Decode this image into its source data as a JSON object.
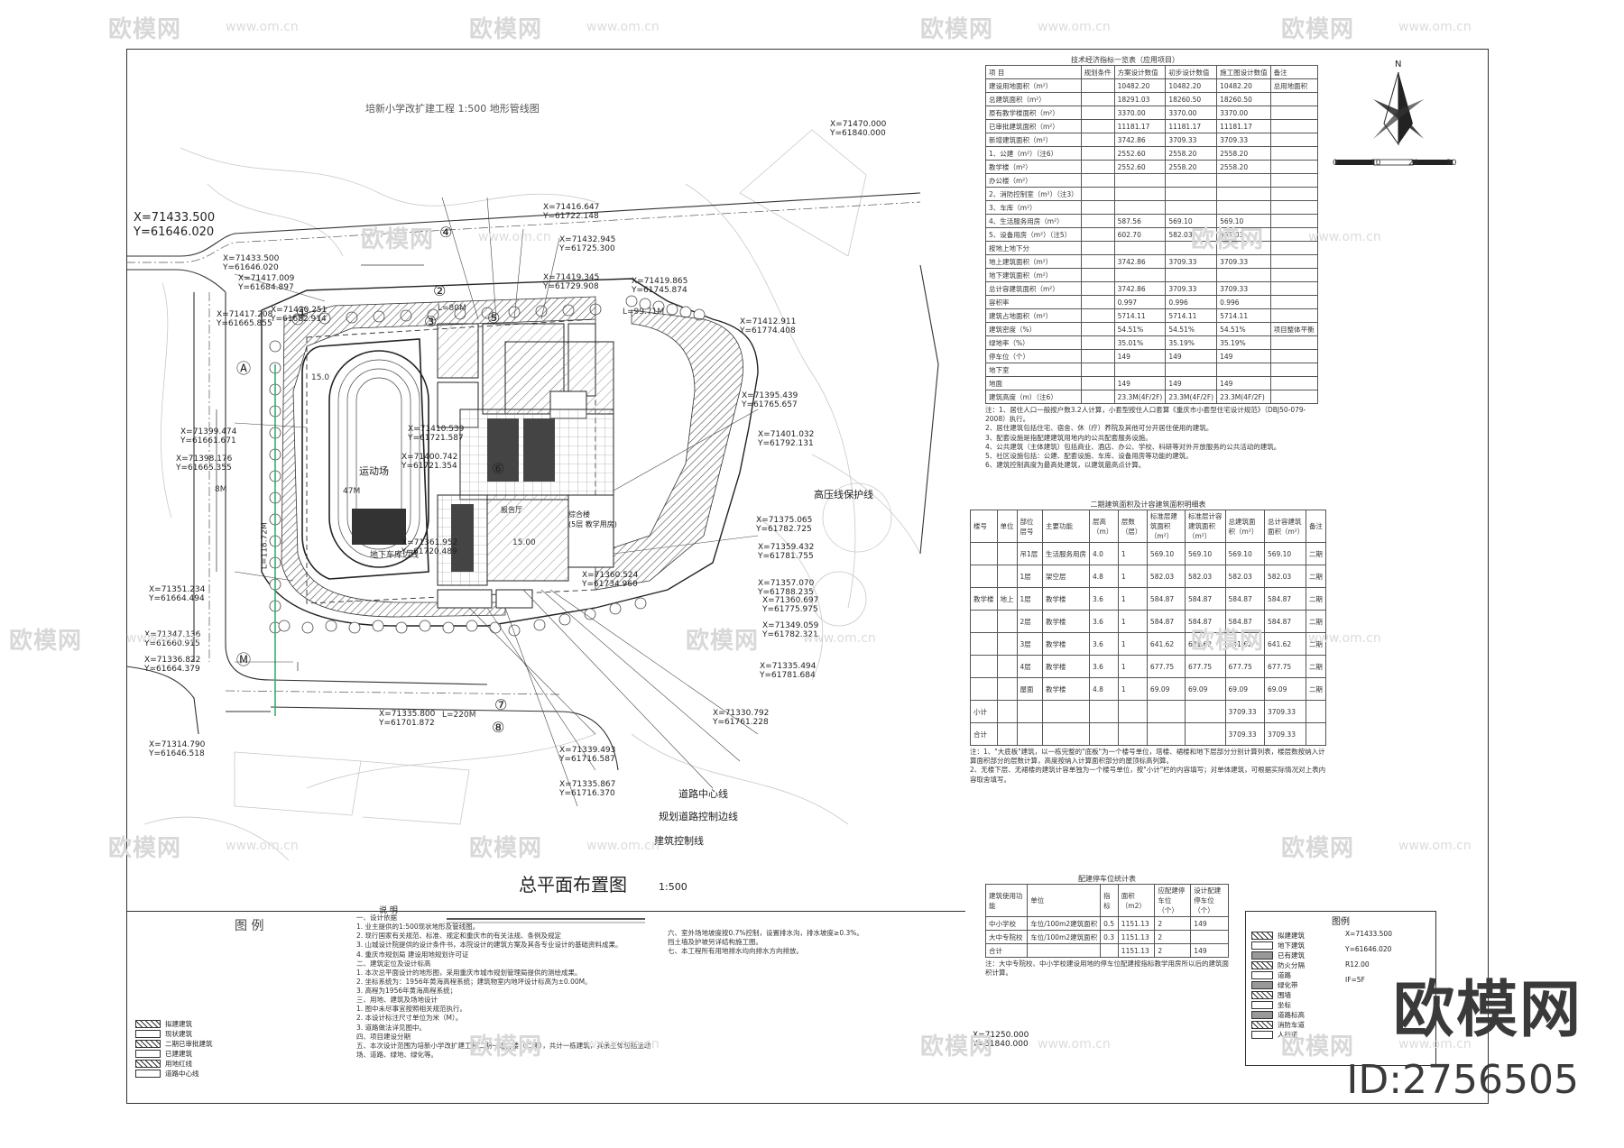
{
  "watermark": {
    "brand": "欧模网",
    "url": "www.om.cn",
    "url_short": "om.cn",
    "id": "ID:2756505"
  },
  "drawing": {
    "survey_title": "培新小学改扩建工程 1:500 地形管线图",
    "plan_title": "总平面布置图",
    "scale": "1:500",
    "corner_coord_top": [
      "X=71433.500",
      "Y=61646.020"
    ],
    "coord_top_right": [
      "X=71470.000",
      "Y=61840.000"
    ],
    "coord_bottom_right": [
      "X=71250.000",
      "Y=61840.000"
    ],
    "field_label": "运动场",
    "underground_label": "地下车库边线",
    "building_label": "综合楼",
    "building_sub": "(5层 教学用房)",
    "mid_label": "报告厅",
    "hv_label": "高压线保护线",
    "road_center": "道路中心线",
    "road_edge": "规划道路控制边线",
    "build_line": "建筑控制线",
    "north": "N",
    "scale_ticks": [
      "0",
      "10",
      "20",
      "30"
    ],
    "dims": [
      "L=80M",
      "L=99.71M",
      "L=220M",
      "L=118.72M",
      "47M",
      "15.00",
      "8M",
      "15.0"
    ],
    "coords_left": [
      [
        "X=71433.500",
        "Y=61646.020"
      ],
      [
        "X=71417.009",
        "Y=61684.897"
      ],
      [
        "X=71417.208",
        "Y=61665.855"
      ],
      [
        "X=71420.251",
        "Y=61682.914"
      ],
      [
        "X=71399.474",
        "Y=61661.671"
      ],
      [
        "X=71398.176",
        "Y=61665.355"
      ],
      [
        "X=71351.234",
        "Y=61664.494"
      ],
      [
        "X=71347.136",
        "Y=61660.915"
      ],
      [
        "X=71336.822",
        "Y=61664.379"
      ],
      [
        "X=71314.790",
        "Y=61646.518"
      ]
    ],
    "coords_right": [
      [
        "X=71412.911",
        "Y=61774.408"
      ],
      [
        "X=71395.439",
        "Y=61765.657"
      ],
      [
        "X=71401.032",
        "Y=61792.131"
      ],
      [
        "X=71375.065",
        "Y=61782.725"
      ],
      [
        "X=71359.432",
        "Y=61781.755"
      ],
      [
        "X=71357.070",
        "Y=61788.235"
      ],
      [
        "X=71360.697",
        "Y=61775.975"
      ],
      [
        "X=71349.059",
        "Y=61782.321"
      ],
      [
        "X=71335.494",
        "Y=61781.684"
      ],
      [
        "X=71330.792",
        "Y=61761.228"
      ],
      [
        "X=71339.493",
        "Y=61716.587"
      ],
      [
        "X=71335.867",
        "Y=61716.370"
      ]
    ],
    "coords_inner": [
      [
        "X=71416.647",
        "Y=61722.148"
      ],
      [
        "X=71432.945",
        "Y=61725.300"
      ],
      [
        "X=71419.345",
        "Y=61729.908"
      ],
      [
        "X=71419.865",
        "Y=61745.874"
      ],
      [
        "X=71410.539",
        "Y=61721.587"
      ],
      [
        "X=71400.742",
        "Y=61721.354"
      ],
      [
        "X=71361.952",
        "Y=61720.489"
      ],
      [
        "X=71360.524",
        "Y=61734.960"
      ],
      [
        "X=71335.800",
        "Y=61701.872"
      ]
    ],
    "circled": [
      "①",
      "②",
      "③",
      "④",
      "⑤",
      "⑥",
      "⑦",
      "⑧",
      "Ⓐ",
      "Ⓜ"
    ],
    "legend_title": "图 例",
    "notes_title": "说 明",
    "notes_left": [
      "一、设计依据",
      "1. 业主提供的1:500现状地形及管线图。",
      "2. 现行国家有关规范、标准、规定和重庆市的有关法规、条例及规定",
      "3. 山城设计院提供的设计条件书，本院设计的建筑方案及其各专业设计的基础资料成果。",
      "4. 重庆市规划局 建设用地规划许可证",
      "二、建筑定位及设计标高",
      "1. 本次总平面设计的地形图，采用重庆市城市规划管理局提供的测绘成果。",
      "2. 坐标系统为：1956年黄海高程系统；建筑物室内地坪设计标高为±0.00M。",
      "3. 高程为1956年黄海高程系统；",
      "三、用地、建筑及场地设计",
      "1. 图中未尽事宜按照相关规范执行。",
      "2. 本设计标注尺寸单位为米（M）。",
      "3. 道路做法详见图中。",
      "四、项目建设分期",
      "五、本次设计范围为培新小学改扩建工程二期一组合楼（二期），共计一栋建筑，其余主体包括运动场、道路、绿地、绿化等。"
    ],
    "notes_right": [
      "六、室外场地坡度按0.7%控制，设置排水沟，排水坡度≥0.3%。",
      "挡土墙及护坡另详结构施工图。",
      "七、本工程所有用地排水均向排水方向排放。"
    ],
    "legend_items": [
      "拟建建筑",
      "现状建筑",
      "二期已审批建筑",
      "已建建筑",
      "用地红线",
      "道路中心线"
    ]
  },
  "table_main": {
    "title": "技术经济指标一览表（应用项目）",
    "headers": [
      "项 目",
      "规划条件",
      "方案设计数值",
      "初步设计数值",
      "施工图设计数值",
      "备注"
    ],
    "rows": [
      [
        "建设用地面积（m²）",
        "",
        "10482.20",
        "10482.20",
        "10482.20",
        "总用地面积"
      ],
      [
        "总建筑面积（m²）",
        "",
        "18291.03",
        "18260.50",
        "18260.50",
        ""
      ],
      [
        "原有教学楼面积（m²）",
        "",
        "3370.00",
        "3370.00",
        "3370.00",
        ""
      ],
      [
        "已审批建筑面积（m²）",
        "",
        "11181.17",
        "11181.17",
        "11181.17",
        ""
      ],
      [
        "新增建筑面积（m²）",
        "",
        "3742.86",
        "3709.33",
        "3709.33",
        ""
      ],
      [
        "1、公建（m²）（注6）",
        "",
        "2552.60",
        "2558.20",
        "2558.20",
        ""
      ],
      [
        "教学楼（m²）",
        "",
        "2552.60",
        "2558.20",
        "2558.20",
        ""
      ],
      [
        "办公楼（m²）",
        "",
        "",
        "",
        "",
        ""
      ],
      [
        "2、消防控制室（m²）（注3）",
        "",
        "",
        "",
        "",
        ""
      ],
      [
        "3、车库（m²）",
        "",
        "",
        "",
        "",
        ""
      ],
      [
        "4、生活服务用房（m²）",
        "",
        "587.56",
        "569.10",
        "569.10",
        ""
      ],
      [
        "5、设备用房（m²）（注5）",
        "",
        "602.70",
        "582.03",
        "582.03",
        ""
      ],
      [
        "按地上地下分",
        "",
        "",
        "",
        "",
        ""
      ],
      [
        "地上建筑面积（m²）",
        "",
        "3742.86",
        "3709.33",
        "3709.33",
        ""
      ],
      [
        "地下建筑面积（m²）",
        "",
        "",
        "",
        "",
        ""
      ],
      [
        "总计容建筑面积（m²）",
        "",
        "3742.86",
        "3709.33",
        "3709.33",
        ""
      ],
      [
        "容积率",
        "",
        "0.997",
        "0.996",
        "0.996",
        ""
      ],
      [
        "建筑占地面积（m²）",
        "",
        "5714.11",
        "5714.11",
        "5714.11",
        ""
      ],
      [
        "建筑密度（%）",
        "",
        "54.51%",
        "54.51%",
        "54.51%",
        "项目整体平衡"
      ],
      [
        "绿地率（%）",
        "",
        "35.01%",
        "35.19%",
        "35.19%",
        ""
      ],
      [
        "停车位（个）",
        "",
        "149",
        "149",
        "149",
        ""
      ],
      [
        "地下室",
        "",
        "",
        "",
        "",
        ""
      ],
      [
        "地面",
        "",
        "149",
        "149",
        "149",
        ""
      ],
      [
        "建筑高度（m）（注6）",
        "",
        "23.3M(4F/2F)",
        "23.3M(4F/2F)",
        "23.3M(4F/2F)",
        ""
      ]
    ],
    "notes": [
      "注：1、居住人口一般按户数3.2人计算，小套型按住人口套算《重庆市小套型住宅设计规范》（DBJ50-079-2008）执行。",
      "2、居住建筑包括住宅、宿舍、休（疗）养院及其他可分开居住使用的建筑。",
      "3、配套设施是指配建建筑用地内的公共配套服务设施。",
      "4、公共建筑（主体建筑）包括商业、酒店、办公、学校、科研等对外开放服务的公共活动的建筑。",
      "5、社区设施包括：公建、配套设施、车库、设备用房等功能的建筑。",
      "6、建筑控制高度为最高处建筑，以建筑最高点计算。"
    ]
  },
  "table_area": {
    "title": "二期建筑面积及计容建筑面积明细表",
    "headers": [
      "楼号",
      "单位",
      "部位层号",
      "主要功能",
      "层高（m）",
      "层数（层）",
      "标准层建筑面积（m²）",
      "标准层计容建筑面积（m²）",
      "总建筑面积（m²）",
      "总计容建筑面积（m²）",
      "备注"
    ],
    "rows": [
      [
        "",
        "",
        "吊1层",
        "生活服务用房",
        "4.0",
        "1",
        "569.10",
        "569.10",
        "569.10",
        "569.10",
        "二期"
      ],
      [
        "",
        "",
        "1层",
        "架空层",
        "4.8",
        "1",
        "582.03",
        "582.03",
        "582.03",
        "582.03",
        "二期"
      ],
      [
        "教学楼",
        "地上",
        "1层",
        "教学楼",
        "3.6",
        "1",
        "584.87",
        "584.87",
        "584.87",
        "584.87",
        "二期"
      ],
      [
        "",
        "",
        "2层",
        "教学楼",
        "3.6",
        "1",
        "584.87",
        "584.87",
        "584.87",
        "584.87",
        "二期"
      ],
      [
        "",
        "",
        "3层",
        "教学楼",
        "3.6",
        "1",
        "641.62",
        "641.62",
        "641.62",
        "641.62",
        "二期"
      ],
      [
        "",
        "",
        "4层",
        "教学楼",
        "3.6",
        "1",
        "677.75",
        "677.75",
        "677.75",
        "677.75",
        "二期"
      ],
      [
        "",
        "",
        "屋面",
        "教学楼",
        "4.8",
        "1",
        "69.09",
        "69.09",
        "69.09",
        "69.09",
        "二期"
      ],
      [
        "小计",
        "",
        "",
        "",
        "",
        "",
        "",
        "",
        "3709.33",
        "3709.33",
        ""
      ],
      [
        "合计",
        "",
        "",
        "",
        "",
        "",
        "",
        "",
        "3709.33",
        "3709.33",
        ""
      ]
    ],
    "notes": [
      "注：1、\"大底板\"建筑，以一栋完整的\"底板\"为一个楼号单位，塔楼、裙楼和地下层部分分别计算列表，楼层数按纳入计算面积部分的层数计算，高度按纳入计算面积部分的屋顶标高列算。",
      "2、无楼下层、无裙楼的建筑计容单独为一个楼号单位，按\"小计\"栏的内容填写；对单体建筑，可根据实际情况对上表内容取舍填写。"
    ]
  },
  "table_parking": {
    "title": "配建停车位统计表",
    "headers": [
      "建筑使用功能",
      "单位",
      "指标",
      "面积（m2）",
      "应配建停车位（个）",
      "设计配建停车位（个）"
    ],
    "rows": [
      [
        "中小学校",
        "车位/100m2建筑面积",
        "0.5",
        "1151.13",
        "2",
        "149"
      ],
      [
        "大中专院校",
        "车位/100m2建筑面积",
        "0.3",
        "1151.13",
        "2",
        ""
      ],
      [
        "合计",
        "",
        "",
        "1151.13",
        "2",
        "149"
      ]
    ],
    "note": "注：大中专院校、中小学校建设用地的停车位配建按指标教学用房所以后的建筑面积计算。"
  },
  "legend_right": {
    "title": "图例",
    "items": [
      "拟建建筑",
      "地下建筑",
      "已有建筑",
      "防火分隔",
      "道路",
      "绿化带",
      "围墙",
      "坐标",
      "道路标高",
      "消防车道",
      "人行道"
    ],
    "codes": [
      "X=71433.500",
      "Y=61646.020",
      "R12.00",
      "IF=5F"
    ]
  },
  "colors": {
    "line": "#333333",
    "watermark": "#d6d6d6",
    "hatch": "#555555",
    "green_line": "#2fb36b"
  }
}
